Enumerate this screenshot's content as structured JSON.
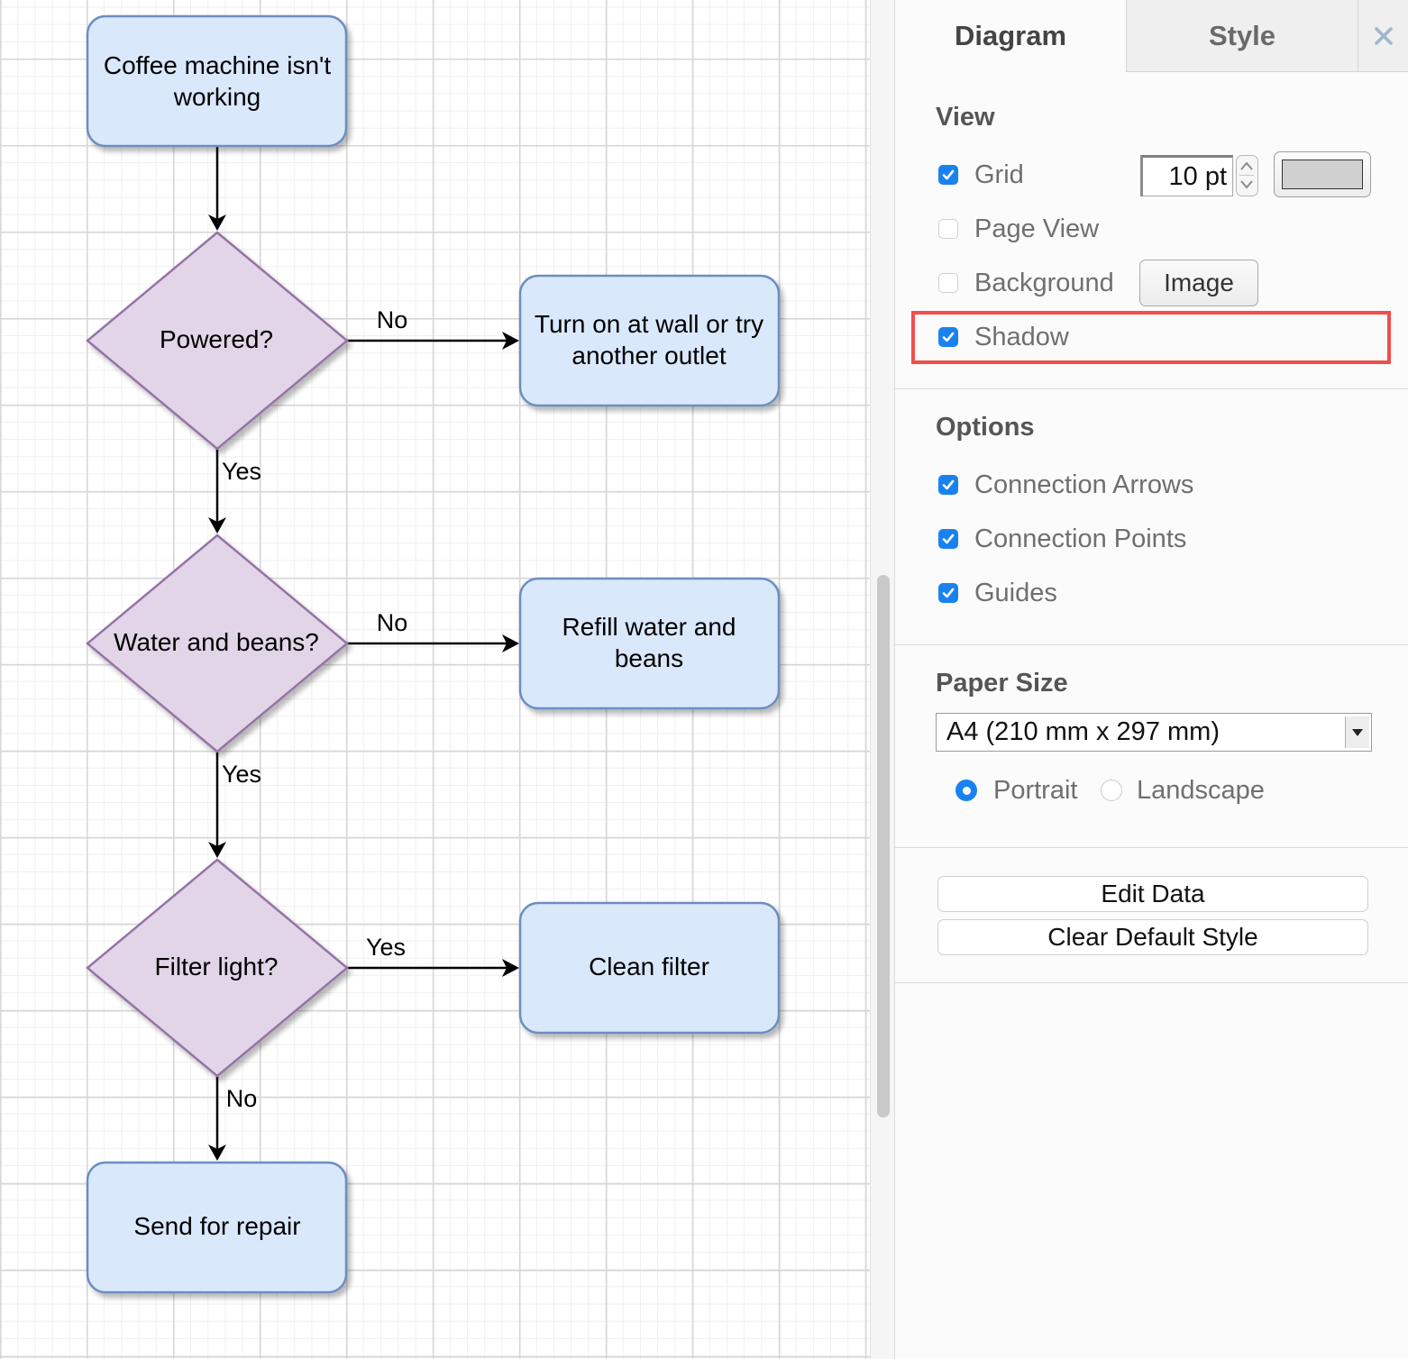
{
  "flowchart": {
    "nodes": {
      "start": [
        "Coffee machine isn't",
        "working"
      ],
      "powered": [
        "Powered?"
      ],
      "turn_on": [
        "Turn on at wall or try",
        "another outlet"
      ],
      "water_beans": [
        "Water and beans?"
      ],
      "refill": [
        "Refill water and",
        "beans"
      ],
      "filter_light": [
        "Filter light?"
      ],
      "clean_filter": [
        "Clean filter"
      ],
      "repair": [
        "Send for repair"
      ]
    },
    "edges": {
      "powered_no": "No",
      "powered_yes": "Yes",
      "water_no": "No",
      "water_yes": "Yes",
      "filter_yes": "Yes",
      "filter_no": "No"
    },
    "colors": {
      "process_fill": "#dae8fc",
      "process_stroke": "#6c8ebf",
      "decision_fill": "#e1d5e7",
      "decision_stroke": "#9673a6"
    }
  },
  "panel": {
    "tabs": {
      "diagram": "Diagram",
      "style": "Style"
    },
    "close_icon": "close-icon",
    "view": {
      "title": "View",
      "grid": {
        "label": "Grid",
        "checked": true,
        "size": "10 pt",
        "color": "#d0d0d0"
      },
      "page_view": {
        "label": "Page View",
        "checked": false
      },
      "background": {
        "label": "Background",
        "checked": false,
        "button": "Image"
      },
      "shadow": {
        "label": "Shadow",
        "checked": true,
        "highlighted": true,
        "highlight_color": "#f24e4b"
      }
    },
    "options": {
      "title": "Options",
      "connection_arrows": {
        "label": "Connection Arrows",
        "checked": true
      },
      "connection_points": {
        "label": "Connection Points",
        "checked": true
      },
      "guides": {
        "label": "Guides",
        "checked": true
      }
    },
    "paper_size": {
      "title": "Paper Size",
      "selected": "A4 (210 mm x 297 mm)",
      "portrait": {
        "label": "Portrait",
        "selected": true
      },
      "landscape": {
        "label": "Landscape",
        "selected": false
      }
    },
    "buttons": {
      "edit_data": "Edit Data",
      "clear_default_style": "Clear Default Style"
    },
    "accent_color": "#1a82f0"
  }
}
